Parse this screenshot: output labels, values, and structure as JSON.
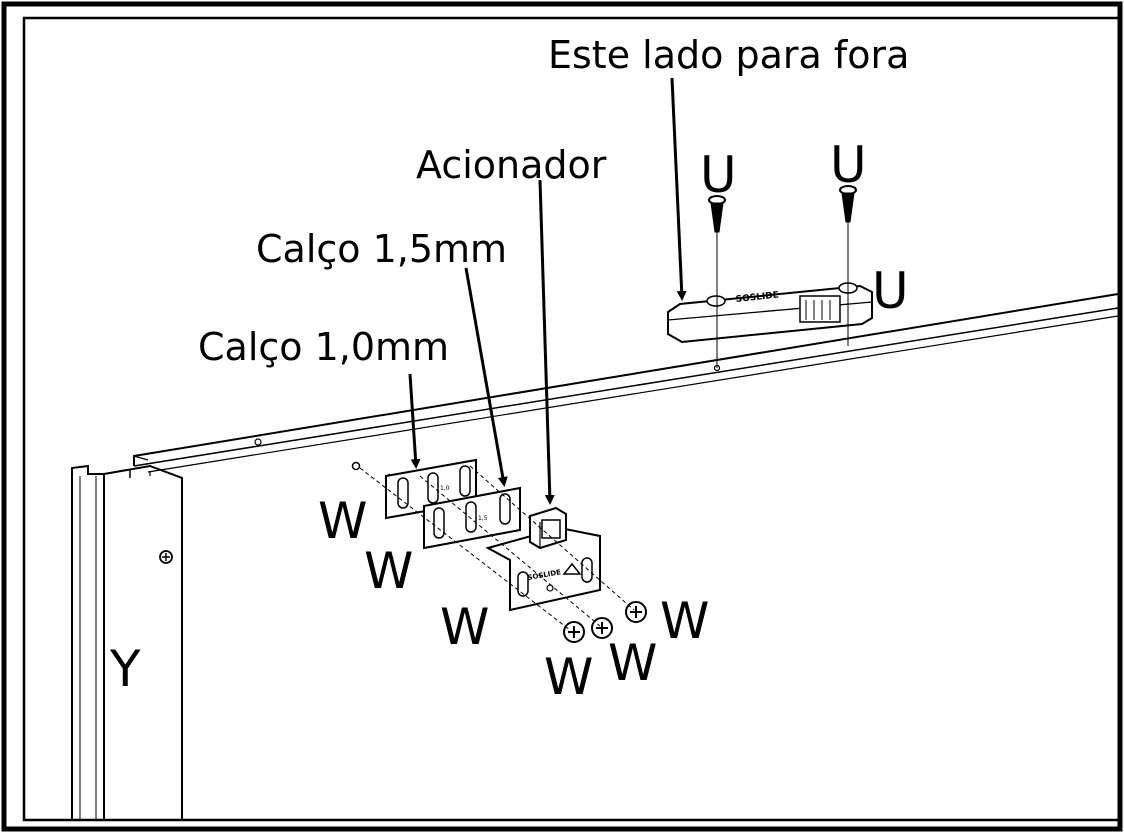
{
  "labels": {
    "este_lado_para_fora": "Este lado para fora",
    "acionador": "Acionador",
    "calco_15": "Calço 1,5mm",
    "calco_10": "Calço 1,0mm"
  },
  "letters": {
    "U": "U",
    "W": "W",
    "Y": "Y"
  },
  "part_text": {
    "runner_brand": "SOSLIDE",
    "actuator_brand": "SOSLIDE",
    "shim_10_mark": "1,0",
    "shim_15_mark": "1,5"
  }
}
